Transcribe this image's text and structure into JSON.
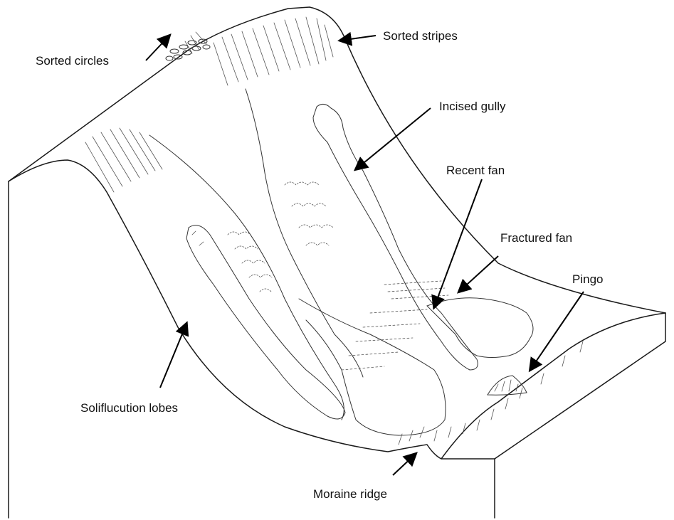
{
  "labels": {
    "sorted_circles": "Sorted circles",
    "sorted_stripes": "Sorted stripes",
    "incised_gully": "Incised gully",
    "recent_fan": "Recent fan",
    "fractured_fan": "Fractured fan",
    "pingo": "Pingo",
    "solifluction_lobes": "Soliflucution lobes",
    "moraine_ridge": "Moraine ridge"
  },
  "colors": {
    "line": "#1a1a1a",
    "background": "#ffffff"
  }
}
